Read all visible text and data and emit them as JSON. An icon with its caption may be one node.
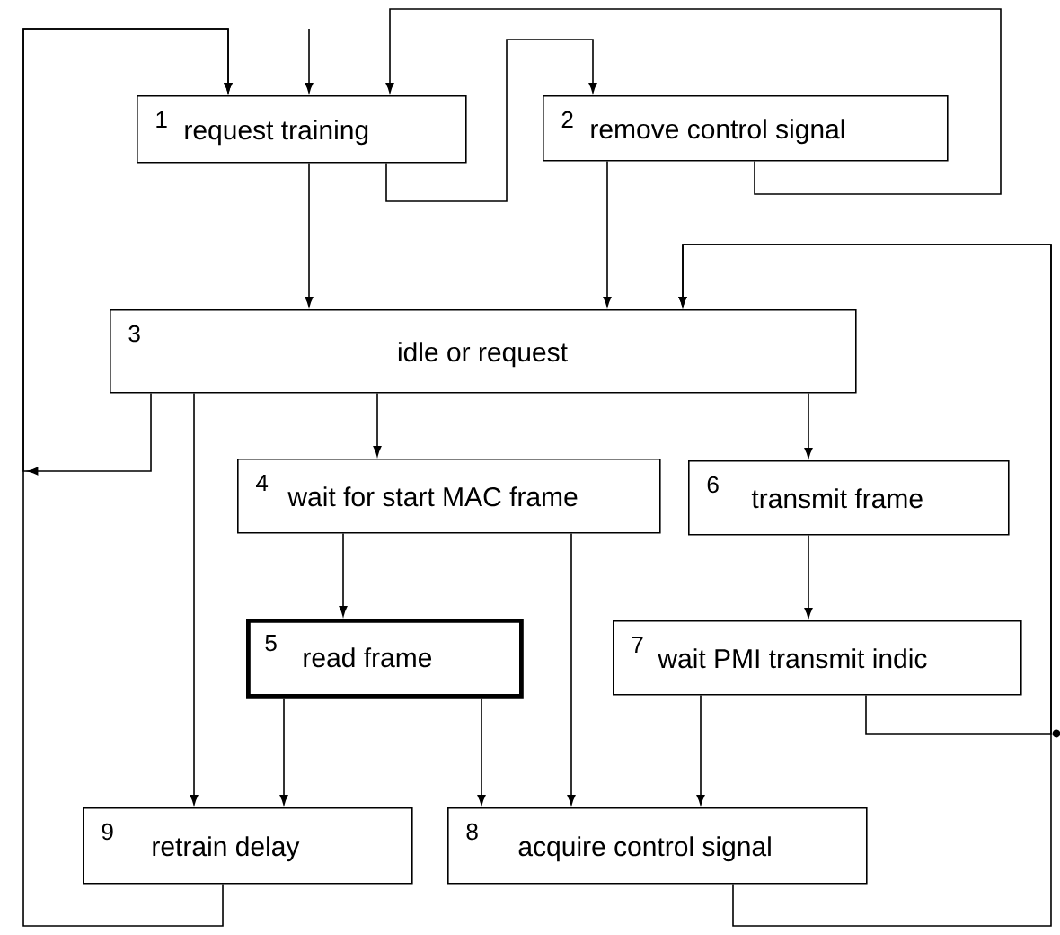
{
  "diagram": {
    "nodes": [
      {
        "text": [
          "1",
          "request training"
        ]
      },
      {
        "text": [
          "2",
          "remove  control  signal"
        ]
      },
      {
        "text": [
          "3",
          "idle or request"
        ]
      },
      {
        "text": [
          "4",
          "wait for start MAC frame"
        ]
      },
      {
        "text": [
          "5",
          "read frame"
        ]
      },
      {
        "text": [
          "6",
          "transmit frame"
        ]
      },
      {
        "text": [
          "7",
          "wait PMI transmit indic"
        ]
      },
      {
        "text": [
          "8",
          "acquire control signal"
        ]
      },
      {
        "text": [
          "9",
          "retrain delay"
        ]
      }
    ],
    "edges": [
      {
        "from": null,
        "to": 0,
        "arrow": "to"
      },
      {
        "from": 8,
        "to": 0,
        "arrow": "to"
      },
      {
        "from": 2,
        "to": 0,
        "arrow": "to"
      },
      {
        "from": 1,
        "to": 0,
        "arrow": "to"
      },
      {
        "from": 0,
        "to": 1,
        "arrow": "to"
      },
      {
        "from": 0,
        "to": 2,
        "arrow": "to"
      },
      {
        "from": 1,
        "to": 2,
        "arrow": "to"
      },
      {
        "from": 6,
        "to": 2,
        "arrow": "to"
      },
      {
        "from": 7,
        "to": 2,
        "arrow": "to"
      },
      {
        "from": 2,
        "to": 3,
        "arrow": "to"
      },
      {
        "from": 2,
        "to": 5,
        "arrow": "to"
      },
      {
        "from": 2,
        "to": 8,
        "arrow": "to"
      },
      {
        "from": 3,
        "to": 4,
        "arrow": "to"
      },
      {
        "from": 3,
        "to": 7,
        "arrow": "to"
      },
      {
        "from": 4,
        "to": 8,
        "arrow": "to"
      },
      {
        "from": 4,
        "to": 7,
        "arrow": "to"
      },
      {
        "from": 5,
        "to": 6,
        "arrow": "to"
      },
      {
        "from": 6,
        "to": 7,
        "arrow": "to"
      }
    ]
  }
}
